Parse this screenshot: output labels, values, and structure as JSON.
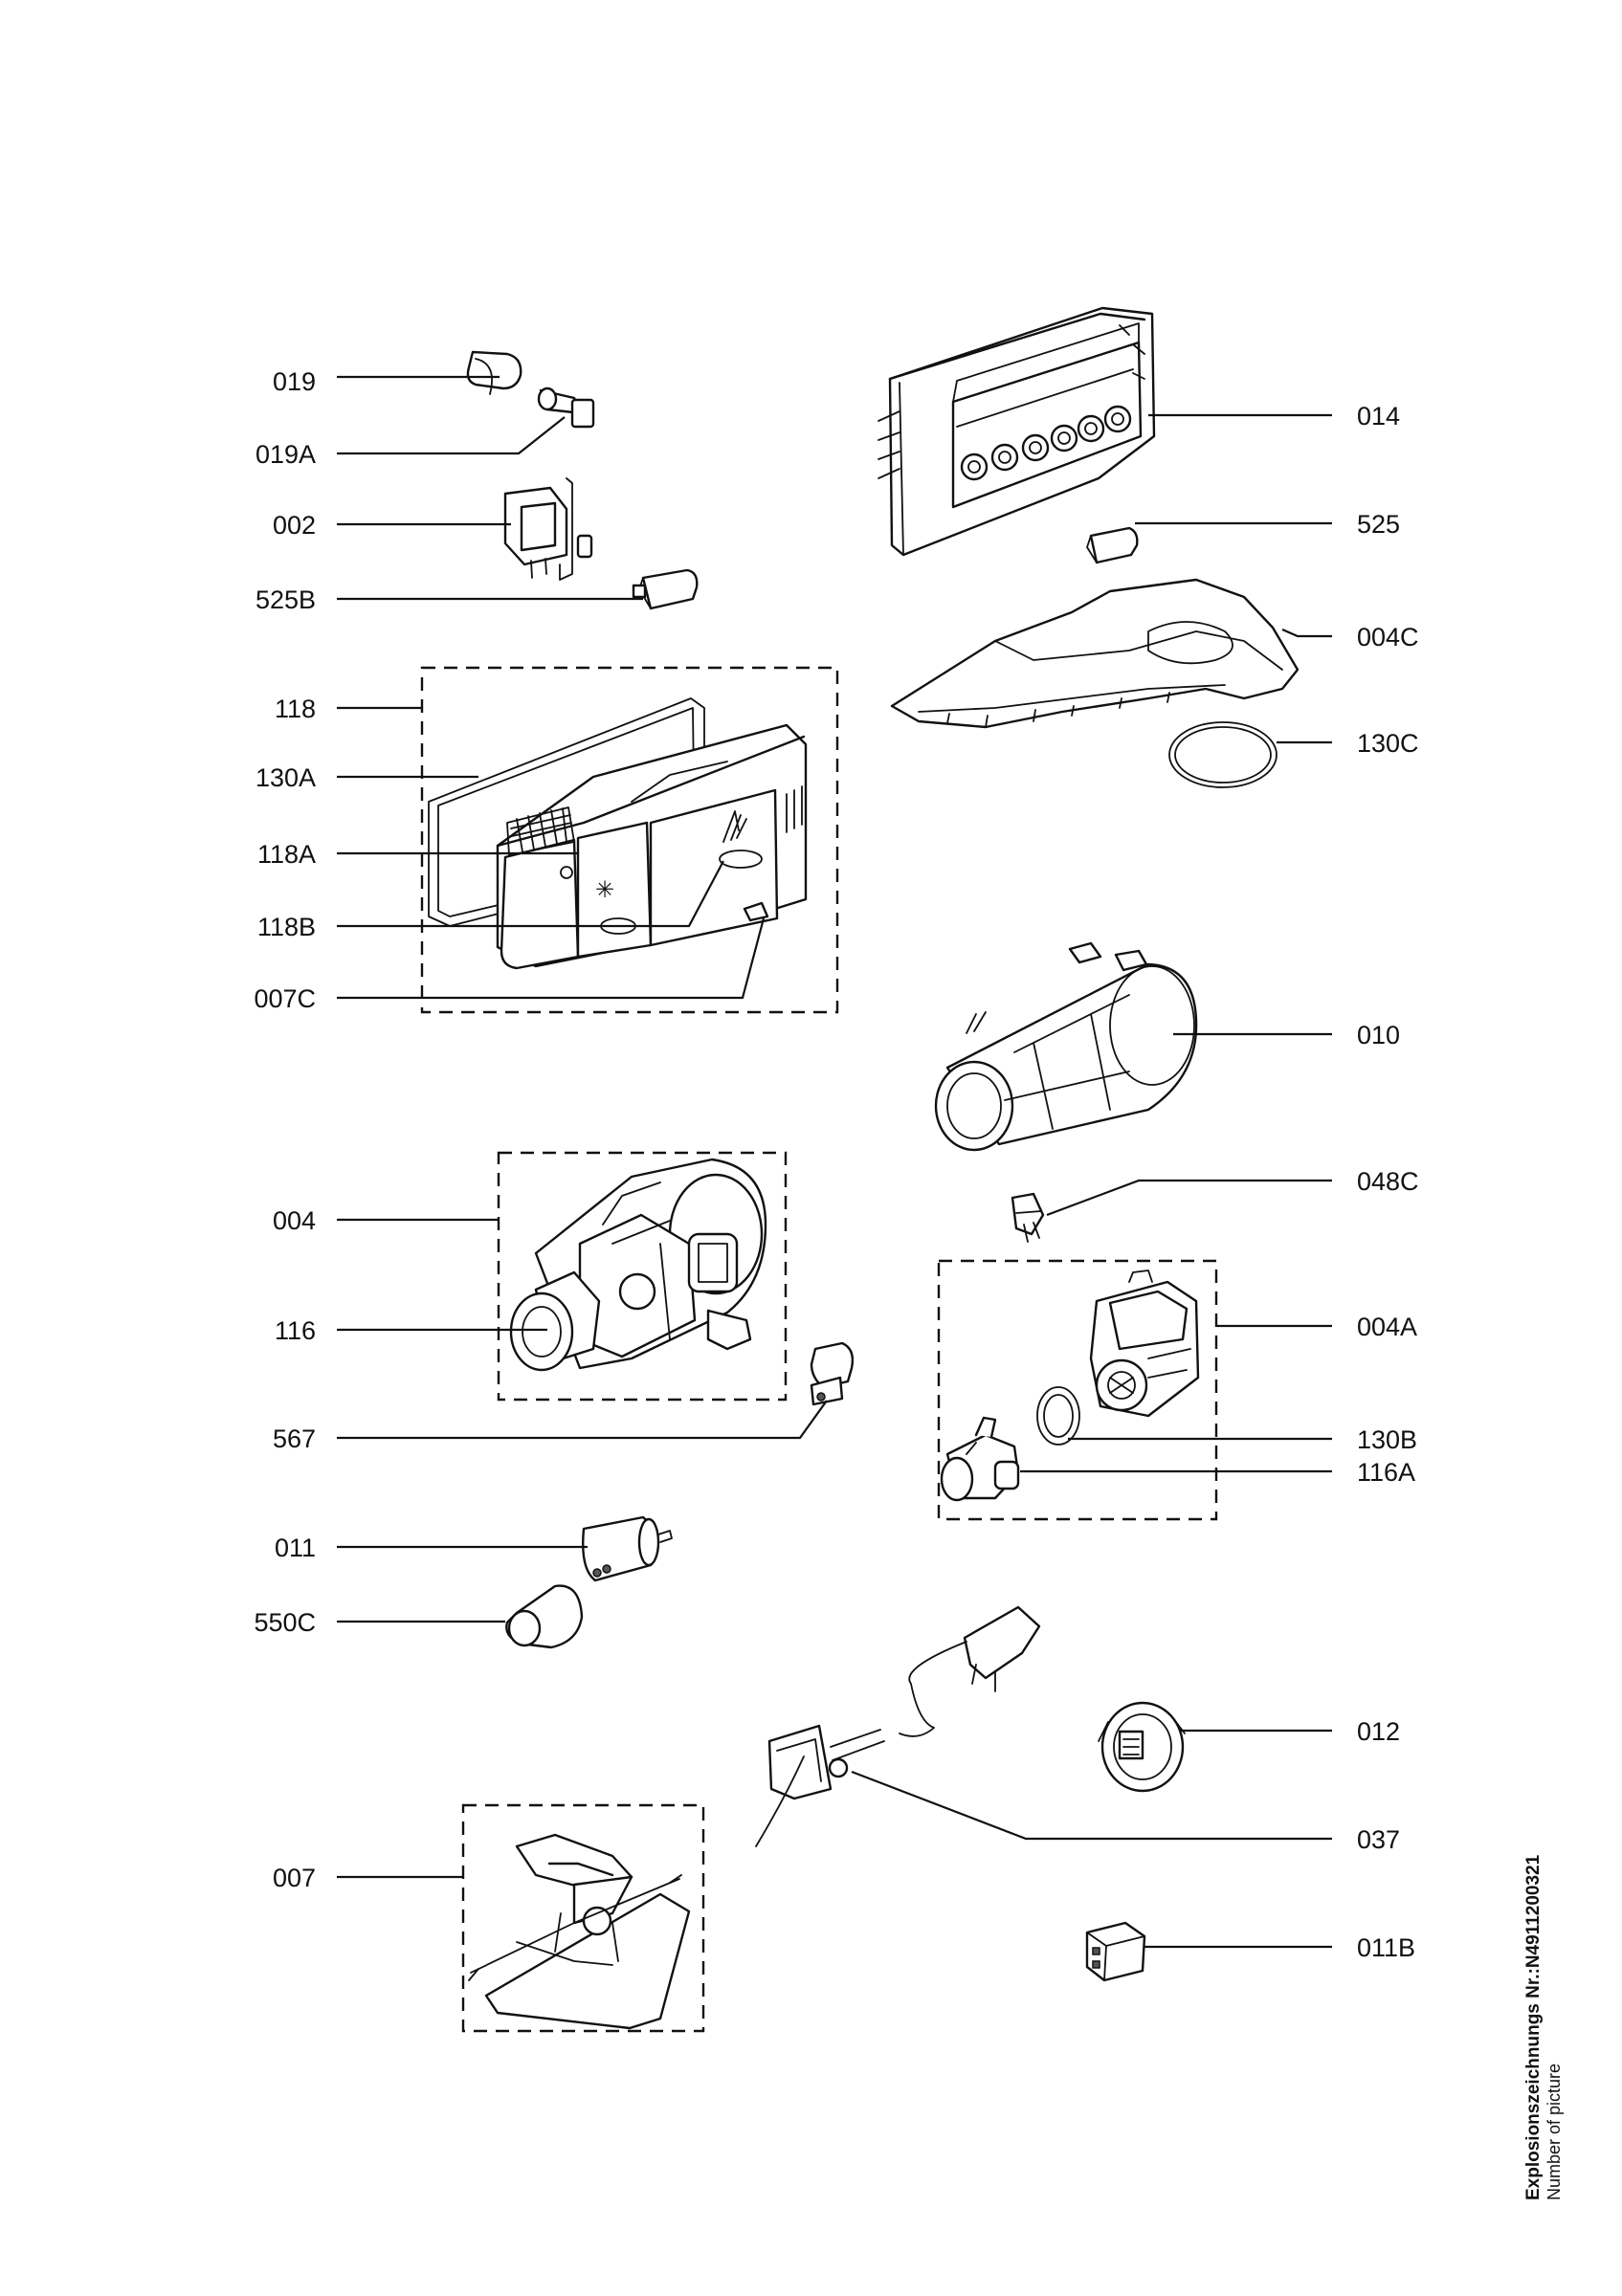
{
  "diagram": {
    "labels": {
      "p019": "019",
      "p019A": "019A",
      "p002": "002",
      "p525B": "525B",
      "p118": "118",
      "p130A": "130A",
      "p118A": "118A",
      "p118B": "118B",
      "p007C": "007C",
      "p004": "004",
      "p116": "116",
      "p567": "567",
      "p011": "011",
      "p550C": "550C",
      "p007": "007",
      "p014": "014",
      "p525": "525",
      "p004C": "004C",
      "p130C": "130C",
      "p010": "010",
      "p048C": "048C",
      "p004A": "004A",
      "p130B": "130B",
      "p116A": "116A",
      "p012": "012",
      "p037": "037",
      "p011B": "011B"
    },
    "caption": {
      "line1": "Explosionszeichnungs Nr.:N4911200321 ",
      "line2": "Number of picture"
    }
  }
}
